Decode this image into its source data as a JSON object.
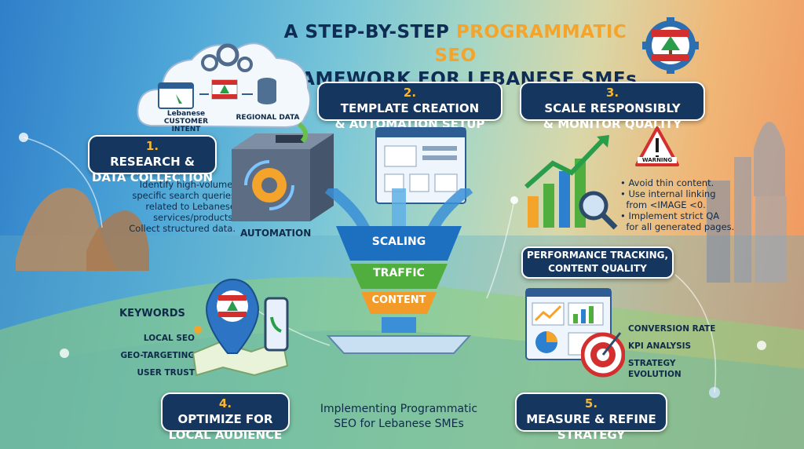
{
  "title": {
    "line1_a": "A STEP-BY-STEP ",
    "line1_highlight": "PROGRAMMATIC SEO",
    "line2": "FRAMEWORK FOR LEBANESE SMEs"
  },
  "cloud": {
    "label_left_1": "Lebanese",
    "label_left_2": "CUSTOMER INTENT",
    "label_right": "REGIONAL DATA"
  },
  "step1": {
    "number": "1.",
    "title_line1": "RESEARCH &",
    "title_line2": "DATA COLLECTION",
    "body": [
      "Identify high-volume,",
      "specific search queries",
      "related to Lebanese",
      "services/products.",
      "Collect structured data."
    ]
  },
  "step2": {
    "number": "2.",
    "title_line1": "TEMPLATE CREATION",
    "title_line2": "& AUTOMATION SETUP"
  },
  "step3": {
    "number": "3.",
    "title_line1": "SCALE RESPONSIBLY",
    "title_line2": "& MONITOR QUALITY",
    "warning_label": "WARNING",
    "bullets": [
      "Avoid thin content.",
      "Use internal linking",
      "from <IMAGE <0.",
      "Implement strict QA",
      "for all generated pages."
    ]
  },
  "automation_label": "AUTOMATION",
  "funnel": {
    "top": "SCALING",
    "middle": "TRAFFIC",
    "bottom": "CONTENT"
  },
  "performance": {
    "line1": "PERFORMANCE TRACKING,",
    "line2": "CONTENT QUALITY"
  },
  "keywords": {
    "heading": "KEYWORDS",
    "items": [
      "LOCAL SEO",
      "GEO-TARGETING",
      "USER TRUST"
    ]
  },
  "step4": {
    "number": "4.",
    "title_line1": "OPTIMIZE FOR",
    "title_line2": "LOCAL AUDIENCE"
  },
  "center_caption": {
    "line1": "Implementing Programmatic",
    "line2": "SEO for Lebanese SMEs"
  },
  "metrics": {
    "items": [
      "CONVERSION RATE",
      "KPI ANALYSIS",
      "STRATEGY",
      "EVOLUTION"
    ]
  },
  "step5": {
    "number": "5.",
    "title_line1": "MEASURE & REFINE",
    "title_line2": "STRATEGY"
  },
  "colors": {
    "navy": "#14365f",
    "accent": "#f4a42a",
    "green": "#2a9d4a",
    "red": "#d32f2f"
  }
}
